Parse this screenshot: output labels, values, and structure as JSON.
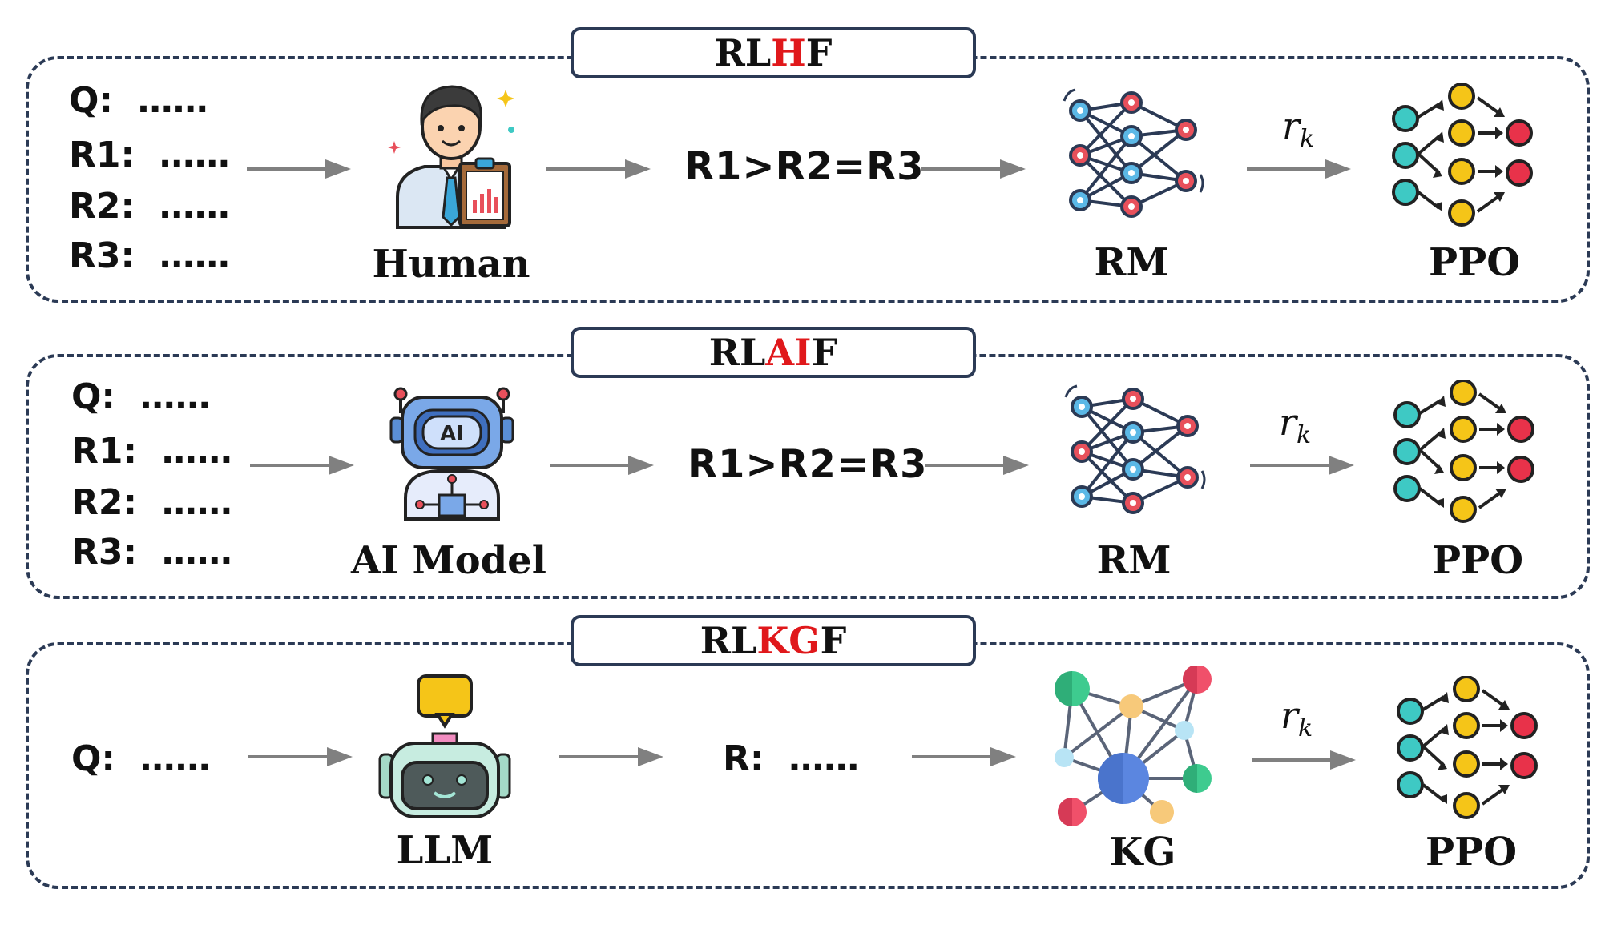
{
  "rows": [
    {
      "title_prefix": "RL",
      "title_highlight": "H",
      "title_suffix": "F",
      "query_lines": [
        "Q:  ……",
        "R1:  ……",
        "R2:  ……",
        "R3:  ……"
      ],
      "annotator_label": "Human",
      "ranking": "R1>R2=R3",
      "model_label": "RM",
      "reward_symbol": "r",
      "reward_subscript": "k",
      "policy_label": "PPO"
    },
    {
      "title_prefix": "RL",
      "title_highlight": "AI",
      "title_suffix": "F",
      "query_lines": [
        "Q:  ……",
        "R1:  ……",
        "R2:  ……",
        "R3:  ……"
      ],
      "annotator_label": "AI Model",
      "ranking": "R1>R2=R3",
      "model_label": "RM",
      "reward_symbol": "r",
      "reward_subscript": "k",
      "policy_label": "PPO"
    },
    {
      "title_prefix": "RL",
      "title_highlight": "KG",
      "title_suffix": "F",
      "query_lines": [
        "Q:  ……"
      ],
      "annotator_label": "LLM",
      "response": "R:  ……",
      "model_label": "KG",
      "reward_symbol": "r",
      "reward_subscript": "k",
      "policy_label": "PPO"
    }
  ],
  "colors": {
    "frame": "#2b3a55",
    "title_highlight": "#e0181b",
    "arrow": "#808080",
    "node_blue": "#5bb8e6",
    "node_red": "#e8505b",
    "ppo_teal": "#3ec9c4",
    "ppo_yellow": "#f5c518",
    "ppo_red": "#e8324a"
  },
  "icons": {
    "human": "human-with-clipboard-icon",
    "ai_model": "ai-robot-icon",
    "llm": "llm-robot-icon",
    "rm": "neural-network-icon",
    "kg": "knowledge-graph-icon",
    "ppo": "ppo-flow-icon"
  }
}
